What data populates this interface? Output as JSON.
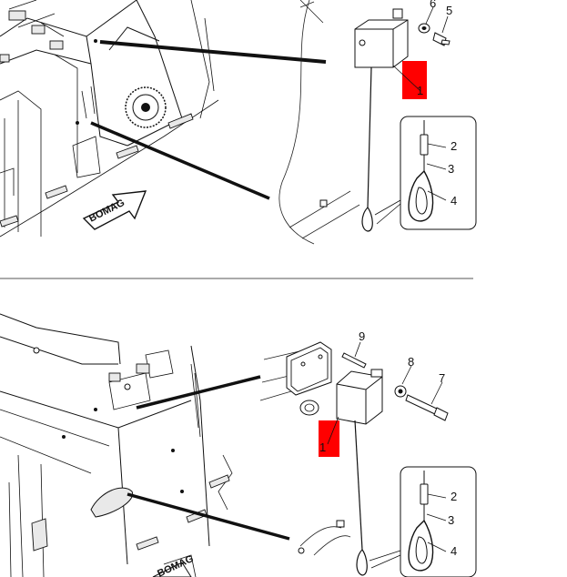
{
  "top_panel": {
    "callouts": {
      "c1": "1",
      "c2": "2",
      "c3": "3",
      "c4": "4",
      "c5": "5",
      "c6": "6"
    },
    "logo_text": "BOMAG"
  },
  "bottom_panel": {
    "callouts": {
      "c1": "1",
      "c2": "2",
      "c3": "3",
      "c4": "4",
      "c7": "7",
      "c8": "8",
      "c9": "9"
    },
    "logo_text": "BOMAG"
  },
  "colors": {
    "highlight": "#ff0000",
    "line": "#111111",
    "divider": "#555555"
  }
}
